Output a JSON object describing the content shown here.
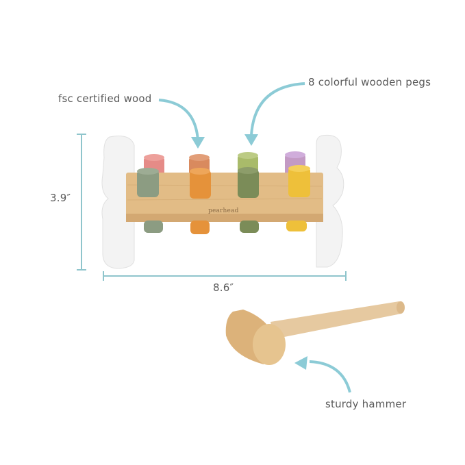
{
  "callouts": {
    "wood": "fsc certified wood",
    "pegs": "8 colorful wooden pegs",
    "hammer": "sturdy hammer"
  },
  "dimensions": {
    "height": "3.9″",
    "width": "8.6″"
  },
  "brand": "pearhead",
  "colors": {
    "accent": "#8ccbd6",
    "dimension_line": "#8fc5cc",
    "wood": "#e2bc86",
    "frame": "#f4f4f4"
  },
  "pegs": [
    {
      "color": "#e58b87",
      "row": "back"
    },
    {
      "color": "#d98a5e",
      "row": "back"
    },
    {
      "color": "#a9bb6a",
      "row": "back"
    },
    {
      "color": "#c39ac4",
      "row": "back"
    },
    {
      "color": "#8c9c82",
      "row": "front"
    },
    {
      "color": "#e5923a",
      "row": "front"
    },
    {
      "color": "#7b8c58",
      "row": "front"
    },
    {
      "color": "#eec03a",
      "row": "front"
    }
  ]
}
